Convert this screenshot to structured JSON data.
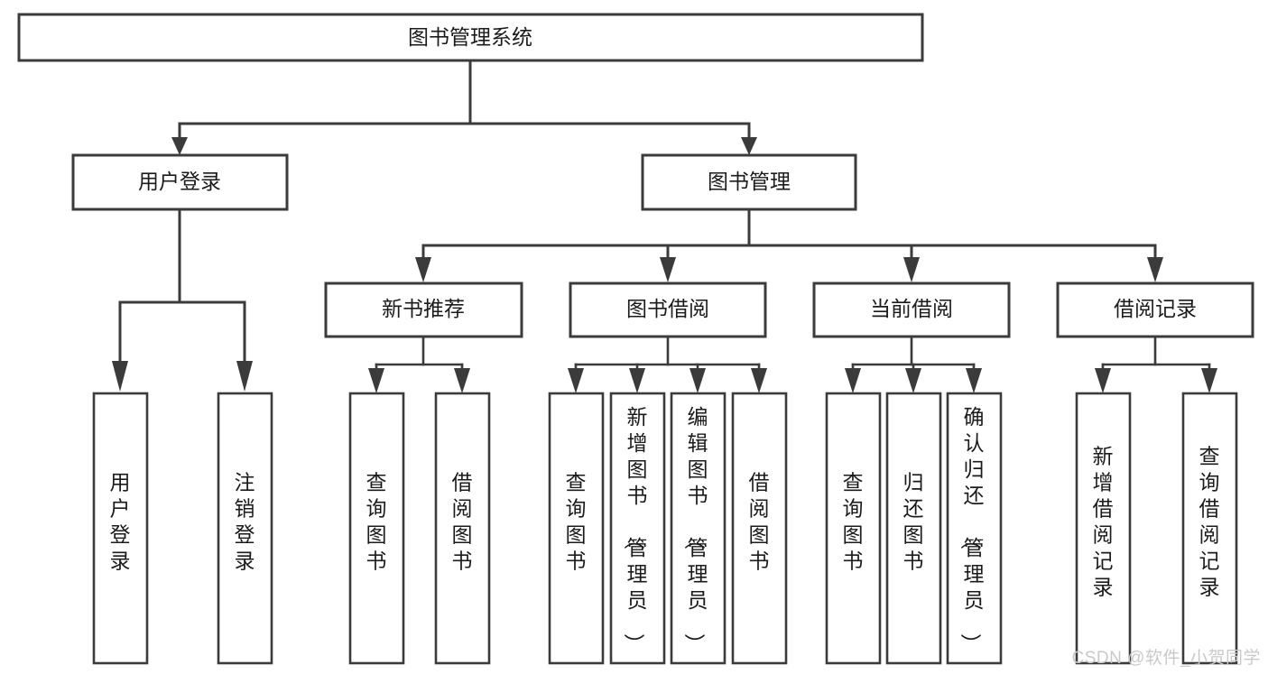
{
  "diagram": {
    "type": "tree-flowchart",
    "title": "图书管理系统",
    "watermark": "CSDN @软件_小贺同学",
    "colors": {
      "box_stroke": "#3b3b3b",
      "box_fill": "#ffffff",
      "text": "#1b1b1b",
      "background": "#ffffff",
      "watermark": "#c9c9c9"
    },
    "levels": {
      "root": {
        "label": "图书管理系统"
      },
      "level1": [
        {
          "label": "用户登录"
        },
        {
          "label": "图书管理"
        }
      ],
      "level2": [
        {
          "label": "新书推荐",
          "parent": "图书管理"
        },
        {
          "label": "图书借阅",
          "parent": "图书管理"
        },
        {
          "label": "当前借阅",
          "parent": "图书管理"
        },
        {
          "label": "借阅记录",
          "parent": "图书管理"
        }
      ],
      "leaves": [
        {
          "label": "用户登录",
          "parent": "用户登录"
        },
        {
          "label": "注销登录",
          "parent": "用户登录"
        },
        {
          "label": "查询图书",
          "parent": "新书推荐"
        },
        {
          "label": "借阅图书",
          "parent": "新书推荐"
        },
        {
          "label": "查询图书",
          "parent": "图书借阅"
        },
        {
          "label": "新增图书（管理员）",
          "parent": "图书借阅"
        },
        {
          "label": "编辑图书（管理员）",
          "parent": "图书借阅"
        },
        {
          "label": "借阅图书",
          "parent": "图书借阅"
        },
        {
          "label": "查询图书",
          "parent": "当前借阅"
        },
        {
          "label": "归还图书",
          "parent": "当前借阅"
        },
        {
          "label": "确认归还（管理员）",
          "parent": "当前借阅"
        },
        {
          "label": "新增借阅记录",
          "parent": "借阅记录"
        },
        {
          "label": "查询借阅记录",
          "parent": "借阅记录"
        }
      ]
    }
  }
}
